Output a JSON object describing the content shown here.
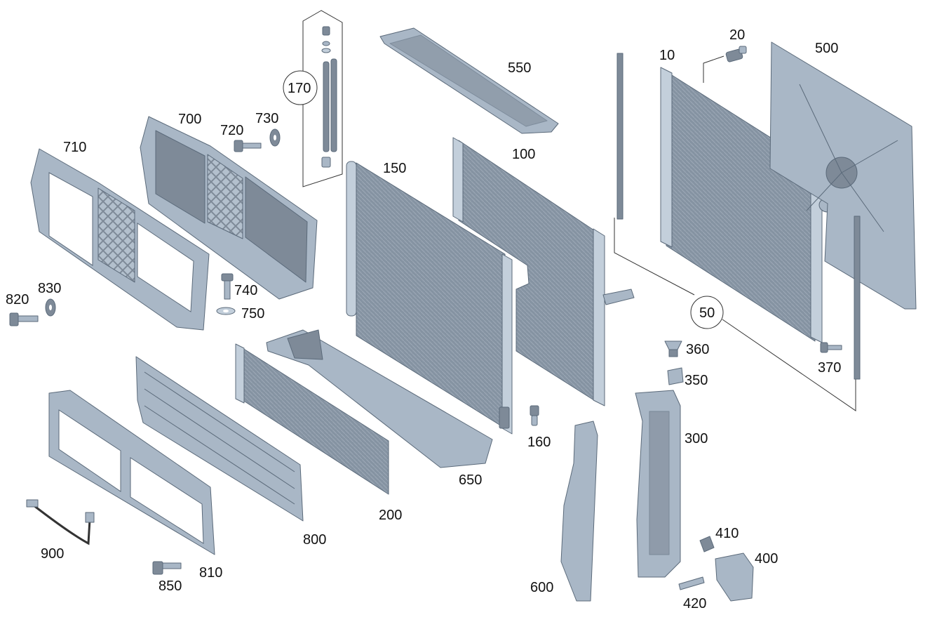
{
  "colors": {
    "part": "#a9b7c6",
    "part_dark": "#7e8a98",
    "core": "#8593a2",
    "line": "#333333",
    "label": "#111111"
  },
  "callouts": {
    "c10": "10",
    "c20": "20",
    "c50": "50",
    "c100": "100",
    "c150": "150",
    "c160": "160",
    "c170": "170",
    "c200": "200",
    "c300": "300",
    "c350": "350",
    "c360": "360",
    "c370": "370",
    "c400": "400",
    "c410": "410",
    "c420": "420",
    "c500": "500",
    "c550": "550",
    "c600": "600",
    "c650": "650",
    "c700": "700",
    "c710": "710",
    "c720": "720",
    "c730": "730",
    "c740": "740",
    "c750": "750",
    "c800": "800",
    "c810": "810",
    "c820": "820",
    "c830": "830",
    "c850": "850",
    "c900": "900"
  }
}
